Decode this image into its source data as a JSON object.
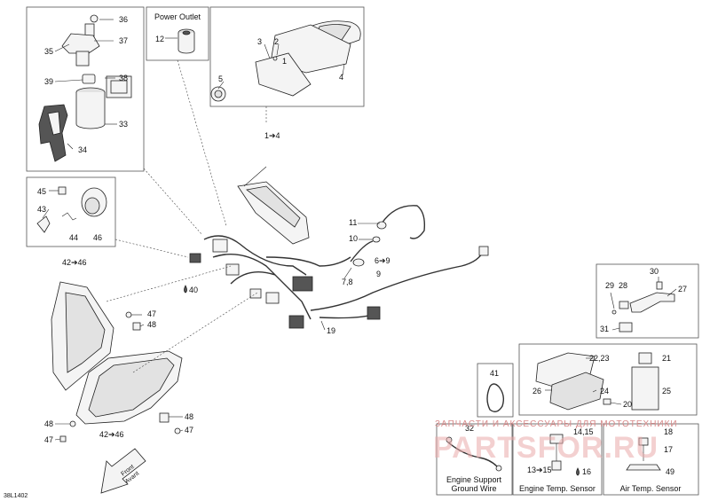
{
  "diagram_code": "38L1402",
  "watermark": {
    "line1": "ЗАПЧАСТИ И АКСЕССУАРЫ ДЛЯ МОТОТЕХНИКИ",
    "line2": "PARTSFOR.RU"
  },
  "boxes": {
    "power_outlet": "Power Outlet",
    "ground_wire_line1": "Engine Support",
    "ground_wire_line2": "Ground Wire",
    "engine_temp": "Engine Temp. Sensor",
    "air_temp": "Air Temp. Sensor"
  },
  "front_label_line1": "Front",
  "front_label_line2": "Avant",
  "callouts": {
    "c36": "36",
    "c37": "37",
    "c35": "35",
    "c39": "39",
    "c38": "38",
    "c33": "33",
    "c34": "34",
    "c12": "12",
    "c3": "3",
    "c2": "2",
    "c1": "1",
    "c5": "5",
    "c4": "4",
    "c1to4": "1➔4",
    "c45": "45",
    "c43": "43",
    "c44": "44",
    "c46": "46",
    "c42to46a": "42➔46",
    "c40": "40",
    "c11": "11",
    "c10": "10",
    "c6to9": "6➔9",
    "c78": "7,8",
    "c9": "9",
    "c47a": "47",
    "c48a": "48",
    "c19": "19",
    "c30": "30",
    "c29": "29",
    "c28": "28",
    "c27": "27",
    "c31": "31",
    "c2223": "22,23",
    "c21": "21",
    "c26": "26",
    "c24": "24",
    "c25": "25",
    "c20": "20",
    "c41": "41",
    "c48b": "48",
    "c47b": "47",
    "c48c": "48",
    "c47c": "47",
    "c42to46b": "42➔46",
    "c32": "32",
    "c1415": "14,15",
    "c18": "18",
    "c17": "17",
    "c13to15": "13➔15",
    "c16": "16",
    "c49": "49"
  }
}
